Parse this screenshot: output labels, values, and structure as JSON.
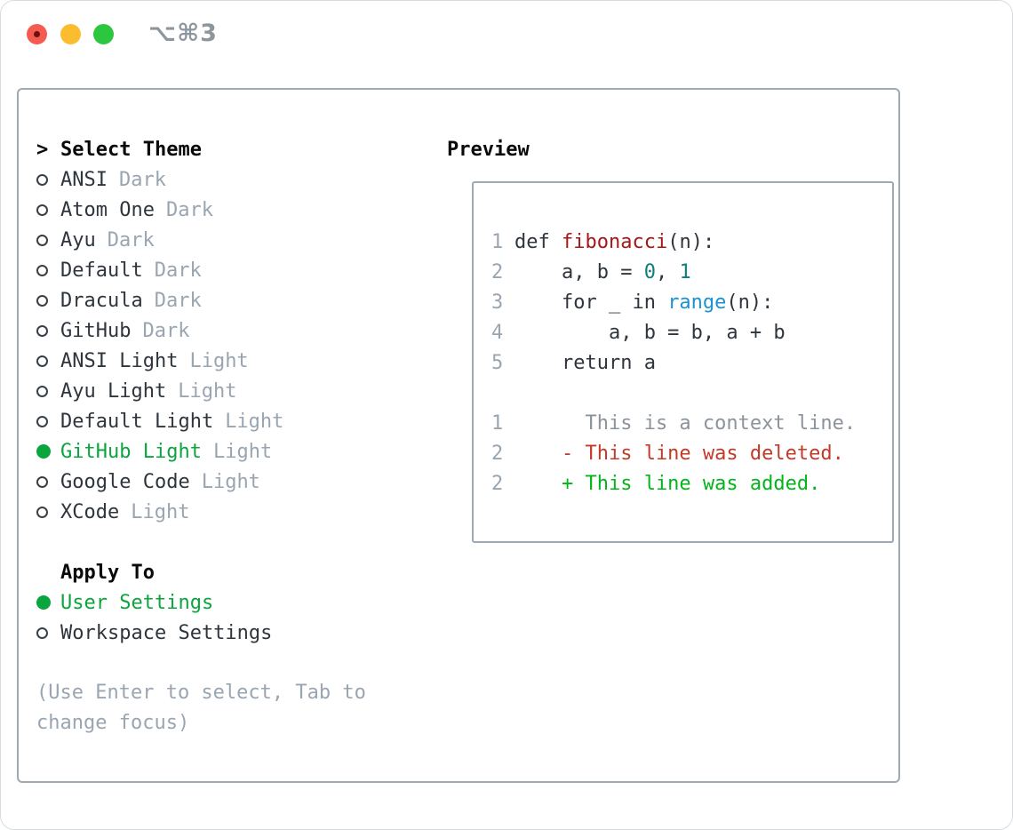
{
  "titlebar": {
    "shortcut": "⌥⌘3"
  },
  "colors": {
    "charcoal": "#2f353d",
    "black": "#0a0a0a",
    "muted": "#9aa5b2",
    "context": "#8b939c",
    "green": "#0aa53c",
    "added": "#03b41a",
    "deleted": "#c33a28",
    "func": "#a61717",
    "num": "#0d7e7e",
    "builtin": "#1a93d0",
    "box_border": "#9fa9b4",
    "traffic_close": "#f45c52",
    "traffic_min": "#fbbd2d",
    "traffic_max": "#2dc63f"
  },
  "theme_panel": {
    "header_marker": ">",
    "header": "Select Theme",
    "items": [
      {
        "name": "ANSI",
        "variant": "Dark",
        "selected": false
      },
      {
        "name": "Atom One",
        "variant": "Dark",
        "selected": false
      },
      {
        "name": "Ayu",
        "variant": "Dark",
        "selected": false
      },
      {
        "name": "Default",
        "variant": "Dark",
        "selected": false
      },
      {
        "name": "Dracula",
        "variant": "Dark",
        "selected": false
      },
      {
        "name": "GitHub",
        "variant": "Dark",
        "selected": false
      },
      {
        "name": "ANSI Light",
        "variant": "Light",
        "selected": false
      },
      {
        "name": "Ayu Light",
        "variant": "Light",
        "selected": false
      },
      {
        "name": "Default Light",
        "variant": "Light",
        "selected": false
      },
      {
        "name": "GitHub Light",
        "variant": "Light",
        "selected": true
      },
      {
        "name": "Google Code",
        "variant": "Light",
        "selected": false
      },
      {
        "name": "XCode",
        "variant": "Light",
        "selected": false
      }
    ]
  },
  "apply_panel": {
    "header": "Apply To",
    "items": [
      {
        "label": "User Settings",
        "selected": true
      },
      {
        "label": "Workspace Settings",
        "selected": false
      }
    ]
  },
  "hint": "(Use Enter to select, Tab to change focus)",
  "preview": {
    "header": "Preview",
    "lines": [
      {
        "no": "1",
        "segments": [
          {
            "t": "def ",
            "c": "code"
          },
          {
            "t": "fibonacci",
            "c": "func"
          },
          {
            "t": "(n):",
            "c": "code"
          }
        ]
      },
      {
        "no": "2",
        "segments": [
          {
            "t": "    a, b = ",
            "c": "code"
          },
          {
            "t": "0",
            "c": "num"
          },
          {
            "t": ", ",
            "c": "code"
          },
          {
            "t": "1",
            "c": "num"
          }
        ]
      },
      {
        "no": "3",
        "segments": [
          {
            "t": "    for _ in ",
            "c": "code"
          },
          {
            "t": "range",
            "c": "builtin"
          },
          {
            "t": "(n):",
            "c": "code"
          }
        ]
      },
      {
        "no": "4",
        "segments": [
          {
            "t": "        a, b = b, a + b",
            "c": "code"
          }
        ]
      },
      {
        "no": "5",
        "segments": [
          {
            "t": "    return a",
            "c": "code"
          }
        ]
      },
      {
        "no": "",
        "segments": []
      },
      {
        "no": "1",
        "segments": [
          {
            "t": "      This is a context line.",
            "c": "context"
          }
        ]
      },
      {
        "no": "2",
        "segments": [
          {
            "t": "    - This line was deleted.",
            "c": "deleted"
          }
        ]
      },
      {
        "no": "2",
        "segments": [
          {
            "t": "    + This line was added.",
            "c": "added"
          }
        ]
      }
    ]
  }
}
